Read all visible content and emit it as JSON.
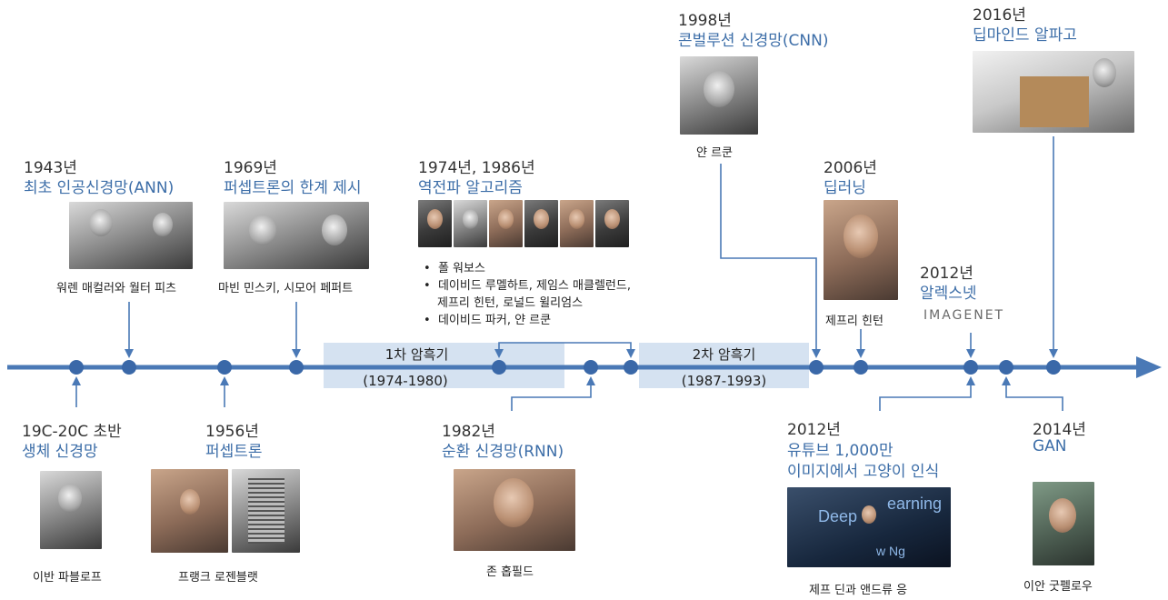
{
  "events": {
    "bio": {
      "year": "19C-20C 초반",
      "title": "생체 신경망",
      "caption": "이반 파블로프"
    },
    "ann": {
      "year": "1943년",
      "title": "최초 인공신경망(ANN)",
      "caption": "워렌 매컬러와 월터 피츠"
    },
    "perceptron": {
      "year": "1956년",
      "title": "퍼셉트론",
      "caption": "프랭크 로젠블랫"
    },
    "limit": {
      "year": "1969년",
      "title": "퍼셉트론의 한계 제시",
      "caption": "마빈 민스키, 시모어 페퍼트"
    },
    "backprop": {
      "year": "1974년, 1986년",
      "title": "역전파 알고리즘",
      "bullets": [
        "폴 워보스",
        "데이비드 루멜하트, 제임스 매클렐런드,",
        "제프리 힌턴, 로널드 윌리엄스",
        "데이비드 파커, 얀 르쿤"
      ]
    },
    "rnn": {
      "year": "1982년",
      "title": "순환 신경망(RNN)",
      "caption": "존 홉필드"
    },
    "cnn": {
      "year": "1998년",
      "title": "콘벌루션 신경망(CNN)",
      "caption": "얀 르쿤"
    },
    "deeplearning": {
      "year": "2006년",
      "title": "딥러닝",
      "caption": "제프리 힌턴"
    },
    "youtube": {
      "year": "2012년",
      "title_line1": "유튜브 1,000만",
      "title_line2": "이미지에서 고양이 인식",
      "caption": "제프 딘과 앤드류 응"
    },
    "alexnet": {
      "year": "2012년",
      "title": "알렉스넷",
      "logo_text": "IMAGENET"
    },
    "gan": {
      "year": "2014년",
      "title": "GAN",
      "caption": "이안 굿펠로우"
    },
    "alphago": {
      "year": "2016년",
      "title": "딥마인드 알파고"
    }
  },
  "winters": {
    "first": {
      "label": "1차 암흑기",
      "range": "(1974-1980)"
    },
    "second": {
      "label": "2차 암흑기",
      "range": "(1987-1993)"
    }
  },
  "slide_text": {
    "words_line1": "Deep",
    "words_line2": "earning",
    "words_line3": "w Ng"
  },
  "colors": {
    "axis": "#4a79b6",
    "node": "#3a68a8",
    "accent_text": "#3d6ea8",
    "winter_band": "#d5e2f1"
  }
}
